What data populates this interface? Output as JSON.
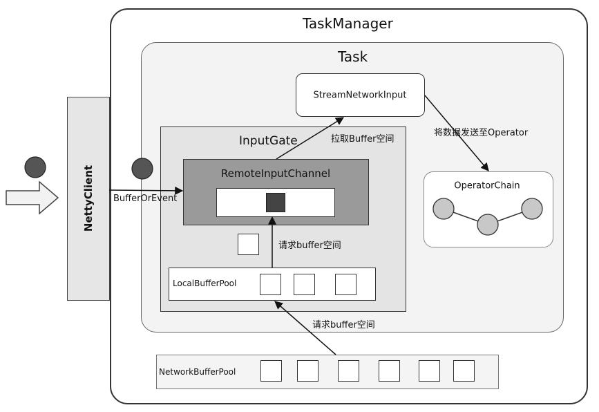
{
  "task_manager": {
    "title": "TaskManager"
  },
  "task": {
    "title": "Task"
  },
  "stream_network_input": {
    "label": "StreamNetworkInput"
  },
  "input_gate": {
    "title": "InputGate"
  },
  "remote_input_channel": {
    "title": "RemoteInputChannel"
  },
  "operator_chain": {
    "label": "OperatorChain"
  },
  "netty_client": {
    "label": "NettyClient"
  },
  "local_buffer_pool": {
    "label": "LocalBufferPool"
  },
  "network_buffer_pool": {
    "label": "NetworkBufferPool"
  },
  "edges": {
    "buffer_or_event": "BufferOrEvent",
    "pull_buffer": "拉取Buffer空间",
    "send_to_operator": "将数据发送至Operator",
    "request_buffer_local": "请求buffer空间",
    "request_buffer_network": "请求buffer空间"
  },
  "colors": {
    "task_manager_bg": "#ffffff",
    "task_bg": "#f3f3f3",
    "input_gate_bg": "#e4e4e4",
    "remote_channel_bg": "#9a9a9a",
    "netty_client_bg": "#e6e6e6",
    "node_fill": "#c8c8c8",
    "event_dot": "#555555",
    "filled_buffer": "#444444"
  }
}
